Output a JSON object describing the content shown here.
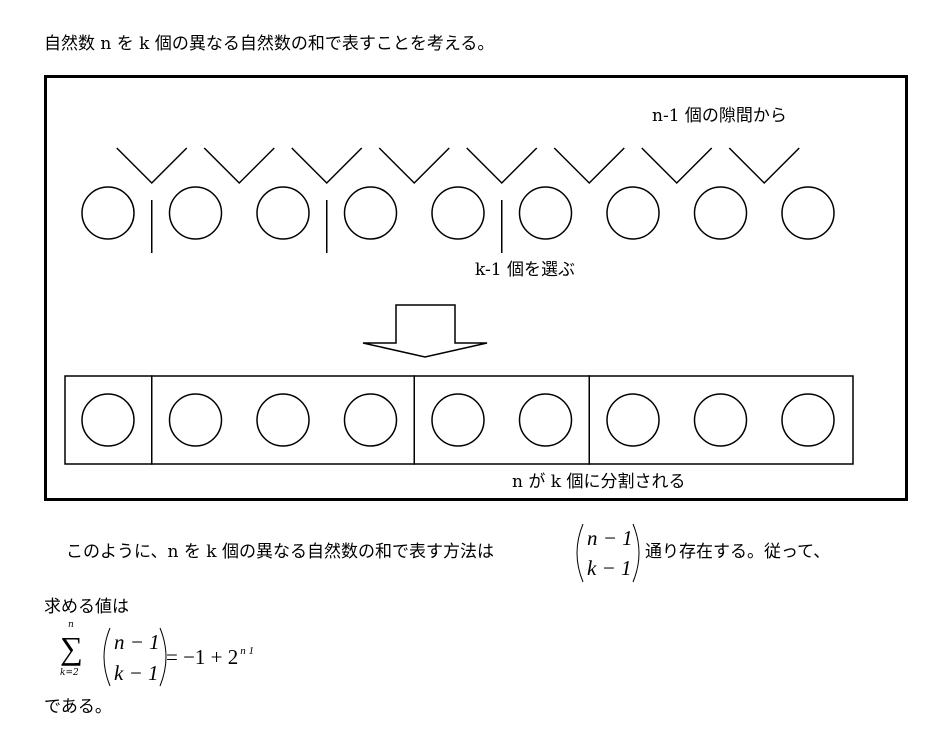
{
  "intro": "自然数 n を k 個の異なる自然数の和で表すことを考える。",
  "diagram": {
    "gaps_label": "n-1 個の隙間から",
    "choose_label": "k-1 個を選ぶ",
    "split_label": "n が k 個に分割される",
    "circle_count": 9,
    "chosen_gaps": [
      1,
      3,
      5
    ]
  },
  "paragraph": {
    "before": "このように、n を k 個の異なる自然数の和で表す方法は",
    "after": "通り存在する。従って、",
    "binom_top": "n − 1",
    "binom_bottom": "k − 1"
  },
  "value_label": "求める値は",
  "formula": {
    "sum_upper": "n",
    "sum_lower": "k=2",
    "binom_top": "n − 1",
    "binom_bottom": "k − 1",
    "rhs": "= −1 + 2",
    "exponent": "n 1"
  },
  "closing": "である。"
}
